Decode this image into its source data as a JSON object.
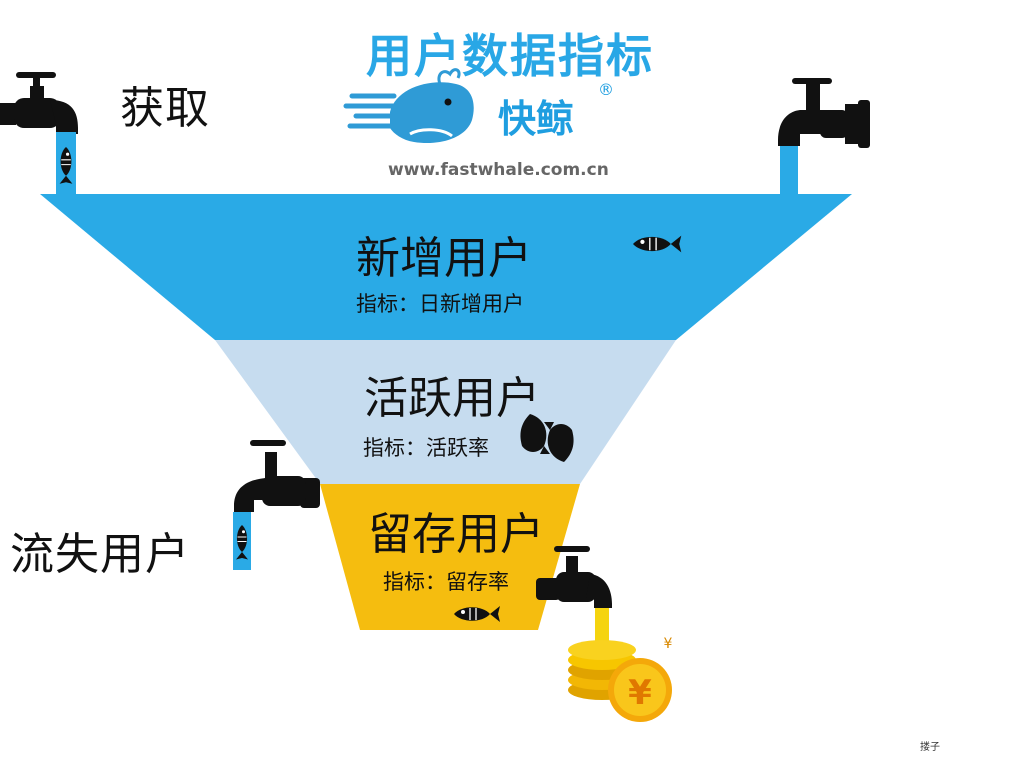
{
  "header": {
    "title": "用户数据指标",
    "brand_name": "快鲸",
    "brand_mark": "®",
    "url": "www.fastwhale.com.cn"
  },
  "side_labels": {
    "acquire": "获取",
    "churn": "流失用户"
  },
  "funnel": {
    "stages": [
      {
        "title": "新增用户",
        "metric": "指标：日新增用户",
        "color": "#2aaae6"
      },
      {
        "title": "活跃用户",
        "metric": "指标：活跃率",
        "color": "#c6dcef"
      },
      {
        "title": "留存用户",
        "metric": "指标：留存率",
        "color": "#f5bd0f"
      }
    ]
  },
  "coin_symbol": "¥",
  "credit": "搂子",
  "icons": [
    "faucet-icon",
    "fish-icon",
    "whale-logo-icon",
    "coin-stack-icon"
  ],
  "colors": {
    "water": "#2aaae6",
    "gold": "#f5bd0f",
    "brand": "#29a7e6",
    "faucet": "#111111"
  }
}
